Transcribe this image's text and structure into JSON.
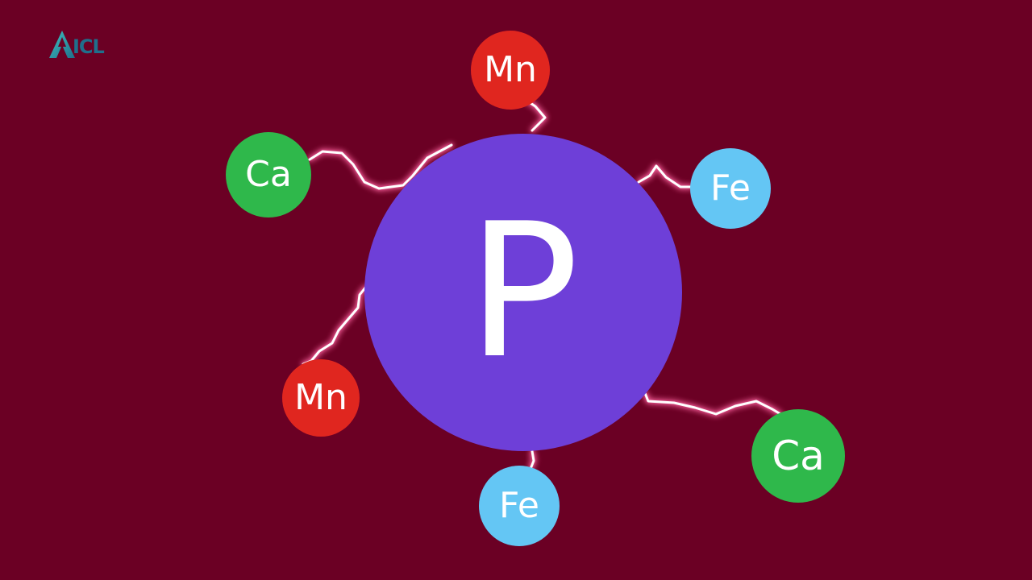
{
  "logo": {
    "text": "ICL",
    "icon": "icl-triangle-logo-icon",
    "color": "#1f6f8c"
  },
  "center_atom": {
    "symbol": "P",
    "color": "#6e3fd8"
  },
  "atoms": [
    {
      "id": "mn-top",
      "symbol": "Mn",
      "color": "#e0261f"
    },
    {
      "id": "ca-left",
      "symbol": "Ca",
      "color": "#2fb84b"
    },
    {
      "id": "fe-right",
      "symbol": "Fe",
      "color": "#64c6f4"
    },
    {
      "id": "mn-bottom-left",
      "symbol": "Mn",
      "color": "#e0261f"
    },
    {
      "id": "fe-bottom",
      "symbol": "Fe",
      "color": "#64c6f4"
    },
    {
      "id": "ca-bottom-right",
      "symbol": "Ca",
      "color": "#2fb84b"
    }
  ],
  "colors": {
    "background": "#6b0024",
    "bond": "#ffffff",
    "bond_glow": "#ff4f94"
  }
}
